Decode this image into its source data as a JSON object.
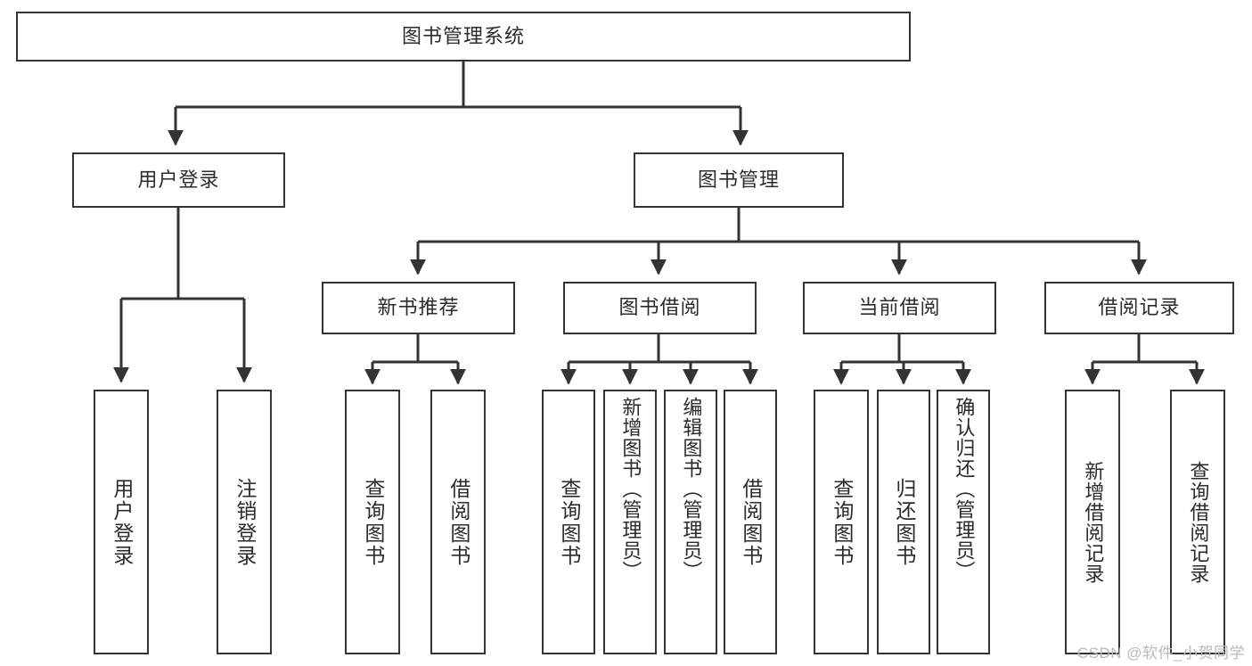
{
  "diagram": {
    "title": "图书管理系统",
    "type": "tree-hierarchy-flowchart",
    "colors": {
      "box_border": "#333333",
      "box_fill": "#ffffff",
      "connector": "#333333",
      "text": "#2b2b2b",
      "watermark": "#b9b9b9",
      "background": "#ffffff"
    },
    "nodes": {
      "root": {
        "label": "图书管理系统"
      },
      "level1": [
        {
          "id": "user-login",
          "label": "用户登录"
        },
        {
          "id": "book-management",
          "label": "图书管理"
        }
      ],
      "level2": [
        {
          "id": "new-book-recommend",
          "label": "新书推荐"
        },
        {
          "id": "book-borrow",
          "label": "图书借阅"
        },
        {
          "id": "current-borrow",
          "label": "当前借阅"
        },
        {
          "id": "borrow-record",
          "label": "借阅记录"
        }
      ],
      "leaves": {
        "user_login": [
          {
            "id": "leaf-user-login",
            "label": "用户登录"
          },
          {
            "id": "leaf-logout-login",
            "label": "注销登录"
          }
        ],
        "new_book_recommend": [
          {
            "id": "leaf-query-book-1",
            "label": "查询图书"
          },
          {
            "id": "leaf-borrow-book-1",
            "label": "借阅图书"
          }
        ],
        "book_borrow": [
          {
            "id": "leaf-query-book-2",
            "label": "查询图书"
          },
          {
            "id": "leaf-add-book-admin",
            "label": "新增图书（管理员）"
          },
          {
            "id": "leaf-edit-book-admin",
            "label": "编辑图书（管理员）"
          },
          {
            "id": "leaf-borrow-book-2",
            "label": "借阅图书"
          }
        ],
        "current_borrow": [
          {
            "id": "leaf-query-book-3",
            "label": "查询图书"
          },
          {
            "id": "leaf-return-book",
            "label": "归还图书"
          },
          {
            "id": "leaf-confirm-return-admin",
            "label": "确认归还（管理员）"
          }
        ],
        "borrow_record": [
          {
            "id": "leaf-add-borrow-record",
            "label": "新增借阅记录"
          },
          {
            "id": "leaf-query-borrow-record",
            "label": "查询借阅记录"
          }
        ]
      }
    },
    "watermark": "CSDN @软件_小贺同学"
  }
}
